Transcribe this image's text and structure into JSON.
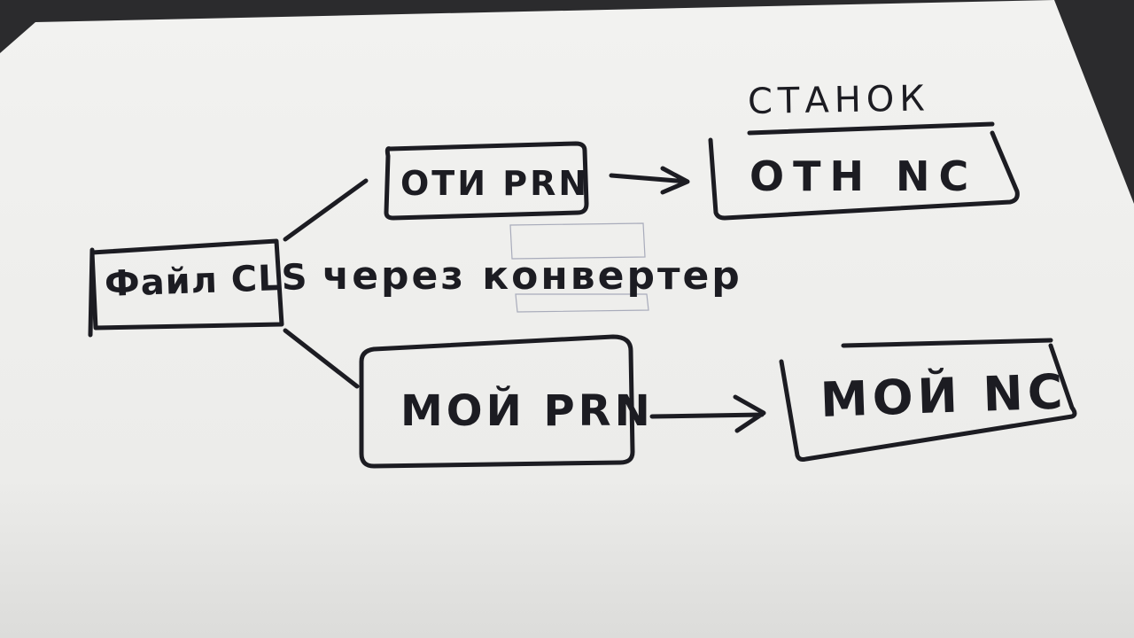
{
  "diagram": {
    "source_node": {
      "label": "Файл CLS"
    },
    "top_branch": {
      "prn_node": {
        "label": "ОТИ PRN"
      },
      "nc_node": {
        "label": "ОТН NC"
      },
      "machine_label": "СТАНОК"
    },
    "middle_label": "через конвертер",
    "bottom_branch": {
      "prn_node": {
        "label": "МОЙ PRN"
      },
      "nc_node": {
        "label": "МОЙ NC"
      }
    }
  },
  "colors": {
    "ink": "#1c1c22",
    "paper": "#f3f3f1",
    "background": "#2b2b2d",
    "pencil": "#6a6f86"
  }
}
